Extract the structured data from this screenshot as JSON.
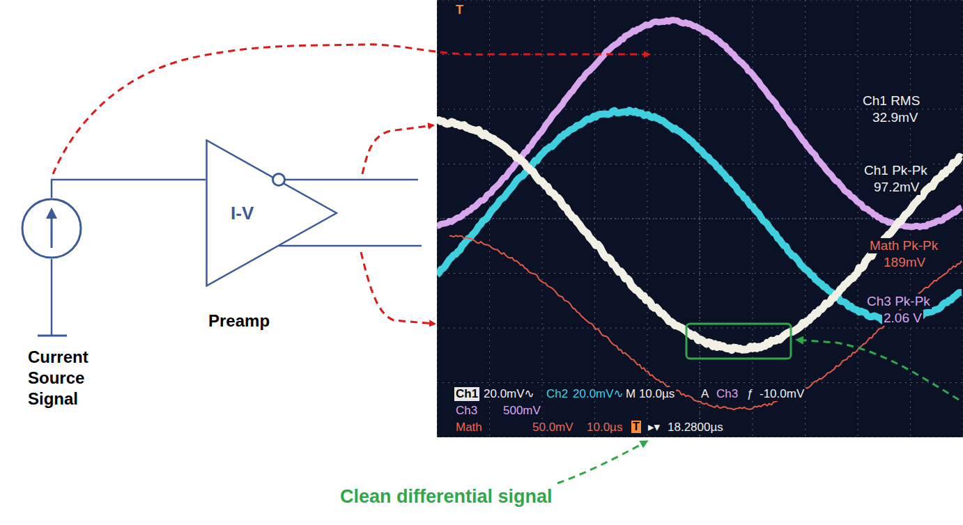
{
  "diagram": {
    "nodes": [
      {
        "text": [
          "Current Source Signal"
        ]
      },
      {
        "text": [
          "I-V",
          "Preamp"
        ]
      }
    ],
    "edges": [
      {
        "from": 0,
        "to": 1,
        "arrow": "none"
      }
    ],
    "labels": [
      "T",
      "Ch1 RMS",
      "32.9mV",
      "Ch1 Pk-Pk",
      "97.2mV",
      "Math Pk-Pk",
      "189mV",
      "Ch3 Pk-Pk",
      "2.06 V",
      "Ch1",
      "20.0mV∿",
      "Ch2",
      "20.0mV∿",
      "M 10.0µs",
      "A",
      "Ch3",
      "ƒ",
      "-10.0mV",
      "Ch3",
      "500mV",
      "Math",
      "50.0mV",
      "10.0µs",
      "T",
      "▸▾",
      "18.2800µs",
      "Clean differential signal"
    ]
  }
}
